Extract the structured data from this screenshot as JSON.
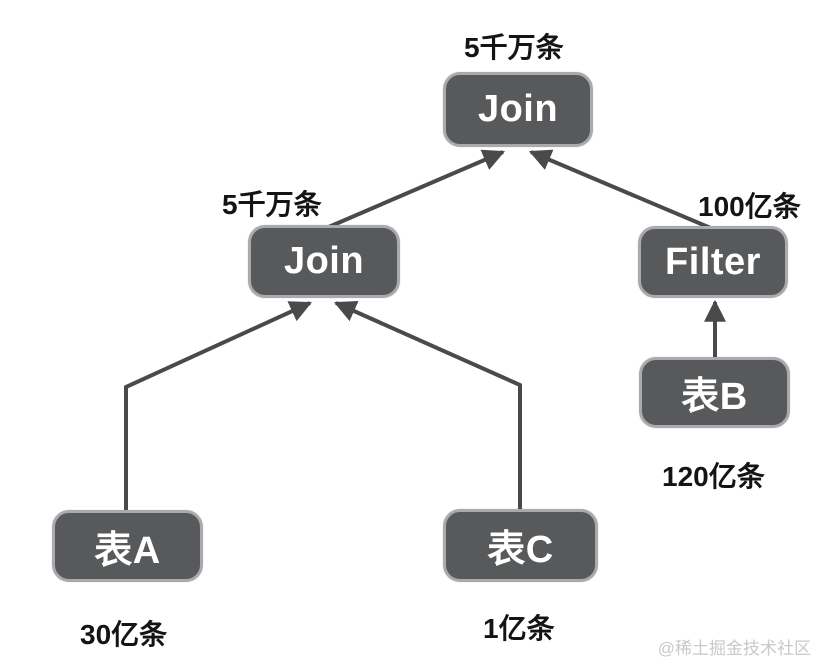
{
  "diagram": {
    "title_note": "query plan tree",
    "nodes": {
      "join_top": {
        "label": "Join",
        "annotation": "5千万条"
      },
      "join_left": {
        "label": "Join",
        "annotation": "5千万条"
      },
      "filter": {
        "label": "Filter",
        "annotation": "100亿条"
      },
      "table_a": {
        "label": "表A",
        "annotation": "30亿条"
      },
      "table_b": {
        "label": "表B",
        "annotation": "120亿条"
      },
      "table_c": {
        "label": "表C",
        "annotation": "1亿条"
      }
    },
    "edges": [
      {
        "from": "table_a",
        "to": "join_left"
      },
      {
        "from": "table_c",
        "to": "join_left"
      },
      {
        "from": "table_b",
        "to": "filter"
      },
      {
        "from": "join_left",
        "to": "join_top"
      },
      {
        "from": "filter",
        "to": "join_top"
      }
    ],
    "colors": {
      "node_fill": "#58595b",
      "node_border": "#a8aaad",
      "node_text": "#ffffff",
      "edge": "#4a4a4b",
      "annotation_text": "#141414",
      "watermark": "#c9c9c9",
      "background": "#ffffff"
    },
    "watermark": "@稀土掘金技术社区"
  }
}
